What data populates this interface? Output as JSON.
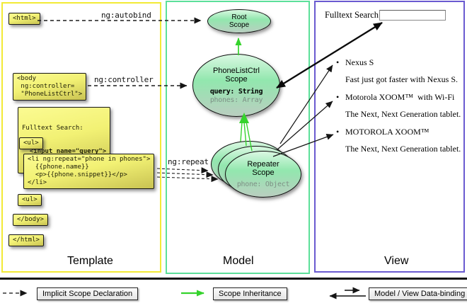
{
  "palette": {
    "template_border": "#f2ea36",
    "model_border": "#5ce09a",
    "view_border": "#6a5ad0",
    "code_box_fill": "#f2f174",
    "scope_fill": "#92e7ae",
    "inheritance_arrow_green": "#35d32c",
    "arrow_black": "#151515"
  },
  "arrow_labels": {
    "ng_autobind": "ng:autobind",
    "ng_controller": "ng:controller",
    "ng_repeat": "ng:repeat"
  },
  "template": {
    "title": "Template",
    "html_open": "<html>",
    "body_open": "<body\n ng:controller=\n \"PhoneListCtrl\">",
    "fulltext_label": "Fulltext Search:",
    "fulltext_input": "  <input name=\"query\">",
    "ul_open": "<ul>",
    "li_block": "<li ng:repeat=\"phone in phones\">\n  {{phone.name}}\n  <p>{{phone.snippet}}</p>\n</li>",
    "ul_close": "<ul>",
    "body_close": "</body>",
    "html_close": "</html>"
  },
  "model": {
    "title": "Model",
    "root_scope": {
      "title": "Root\nScope"
    },
    "phonelist_scope": {
      "title": "PhoneListCtrl\nScope",
      "prop_query": "query: String",
      "prop_phones": "phones: Array"
    },
    "repeater_scope": {
      "title": "Repeater\nScope",
      "prop_phone": "phone: Object"
    }
  },
  "view": {
    "title": "View",
    "search_label": "Fulltext Search:",
    "search_value": "",
    "bullet": "•",
    "items": [
      {
        "name": "Nexus S",
        "snippet": "Fast just got faster with Nexus S."
      },
      {
        "name": "Motorola XOOM™  with Wi-Fi",
        "snippet": "The Next, Next Generation tablet."
      },
      {
        "name": "MOTOROLA XOOM™",
        "snippet": "The Next, Next Generation tablet."
      }
    ]
  },
  "legend": {
    "implicit": "Implicit Scope Declaration",
    "inheritance": "Scope Inheritance",
    "binding": "Model / View Data-binding"
  }
}
